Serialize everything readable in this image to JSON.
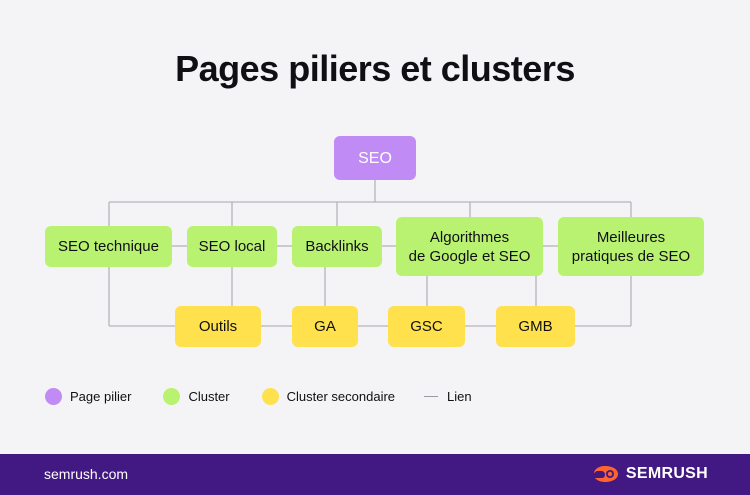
{
  "title": "Pages piliers et clusters",
  "pillar": {
    "label": "SEO"
  },
  "clusters": [
    {
      "label": "SEO technique"
    },
    {
      "label": "SEO local"
    },
    {
      "label": "Backlinks"
    },
    {
      "label": "Algorithmes\nde Google et SEO"
    },
    {
      "label": "Meilleures\npratiques de SEO"
    }
  ],
  "secondary": [
    {
      "label": "Outils"
    },
    {
      "label": "GA"
    },
    {
      "label": "GSC"
    },
    {
      "label": "GMB"
    }
  ],
  "legend": {
    "pillar": "Page pilier",
    "cluster": "Cluster",
    "secondary": "Cluster secondaire",
    "link": "Lien"
  },
  "footer": {
    "url": "semrush.com",
    "brand": "SEMRUSH"
  },
  "colors": {
    "pillar": "#c18bf5",
    "cluster": "#b9f271",
    "secondary": "#ffe14d",
    "line": "#b4b4bb",
    "footer": "#421983",
    "brand_icon": "#ff642d"
  }
}
